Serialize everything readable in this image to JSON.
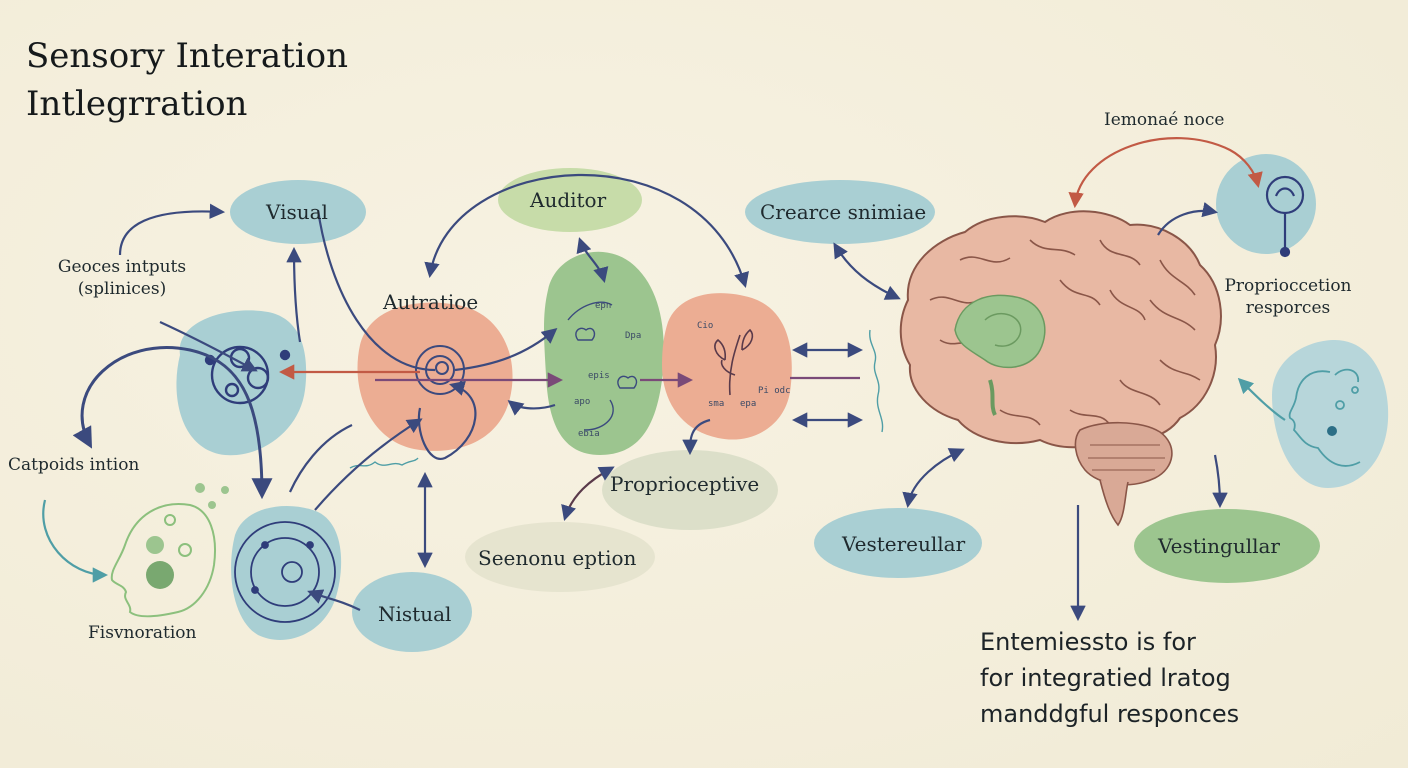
{
  "title": {
    "line1": "Sensory Interation",
    "line2": "Intlegrration"
  },
  "nodes": {
    "visual": "Visual",
    "auditor": "Auditor",
    "auratioe": "Autratioe",
    "proprioceptive": "Proprioceptive",
    "seenonu": "Seenonu eption",
    "nistual": "Nistual",
    "creearce": "Crearce snimiae",
    "vestereullar": "Vestereullar",
    "vestingullar": "Vestingullar"
  },
  "labels": {
    "geoces_line1": "Geoces intputs",
    "geoces_line2": "(splinices)",
    "catpoids": "Catpoids intion",
    "fisvnoration": "Fisvnoration",
    "iemonae": "Iemonaé noce",
    "proprocc_line1": "Proprioccetion",
    "proprocc_line2": "resporces"
  },
  "glyphs": {
    "g1": "epn",
    "g2": "Dpa",
    "g3": "epis",
    "g4": "apo",
    "g5": "ebia",
    "g6": "Cio",
    "g7": "Pi odc",
    "g8": "sma",
    "g9": "epa"
  },
  "bottom_text": {
    "line1": "Entemiessto is for",
    "line2": "for integratied lratog",
    "line3": "manddgful responces"
  },
  "colors": {
    "blue_blob": "#a9cfd3",
    "green_blob": "#9cc58f",
    "orange_blob": "#ecad93",
    "arrow_navy": "#3b4a7e",
    "arrow_red": "#c25a45",
    "brain": "#e8b8a3",
    "brain_outline": "#8a5648"
  }
}
